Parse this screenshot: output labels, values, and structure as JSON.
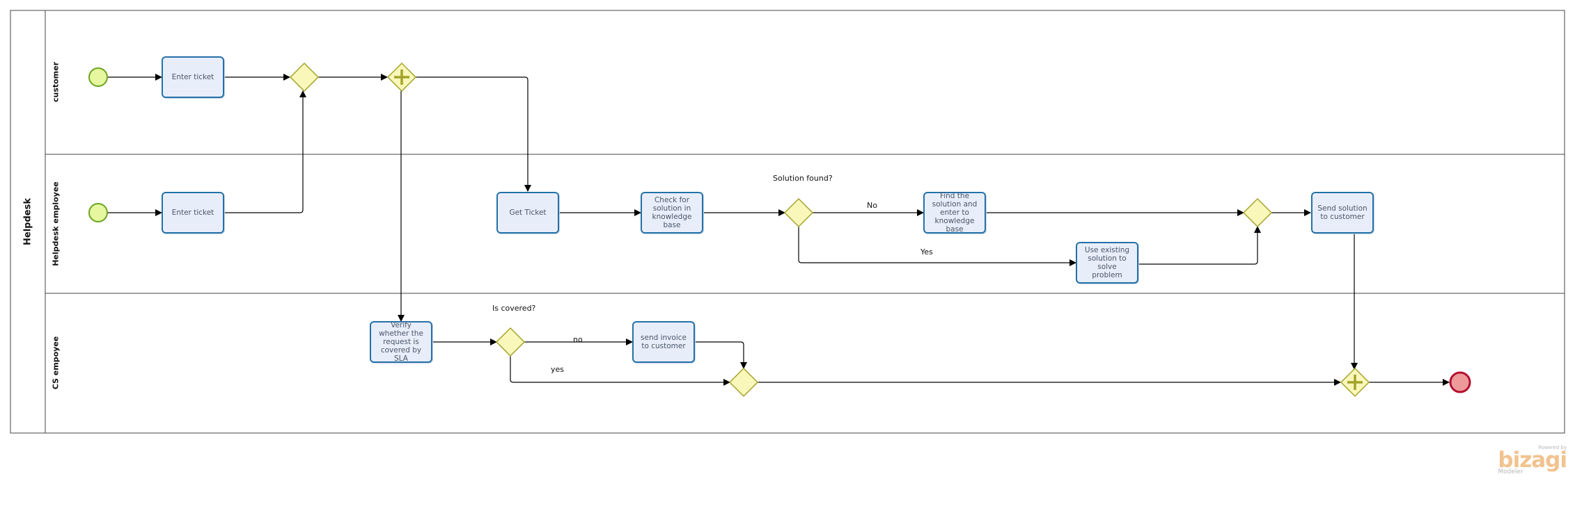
{
  "pool": {
    "title": "Helpdesk"
  },
  "lanes": {
    "customer": "customer",
    "helpdesk": "Helpdesk employee",
    "cs": "CS empoyee"
  },
  "tasks": {
    "enter_ticket_customer": "Enter ticket",
    "enter_ticket_helpdesk": "Enter ticket",
    "get_ticket": "Get Ticket",
    "check_kb": "Check for solution in knowledge base",
    "find_solution": "Find the solution and enter to knowledge base",
    "use_existing": "Use existing solution to solve problem",
    "send_solution": "Send solution to customer",
    "verify_sla": "Verify whether the request is covered by SLA",
    "send_invoice": "send invoice to customer"
  },
  "labels": {
    "solution_found": "Solution found?",
    "no_upper": "No",
    "yes_upper": "Yes",
    "is_covered": "Is covered?",
    "no_lower": "no",
    "yes_lower": "yes"
  },
  "watermark": {
    "powered": "Powered by",
    "logo": "bizagi",
    "product": "Modeler"
  },
  "colors": {
    "start_fill": "#e6f7a0",
    "start_stroke": "#6aa520",
    "end_fill": "#ef9a9a",
    "end_stroke": "#b2102f",
    "gateway_fill": "#f9f7ba",
    "gateway_stroke": "#a3a32a",
    "task_stroke": "#2471a8",
    "task_fill": "#e8eef9"
  }
}
